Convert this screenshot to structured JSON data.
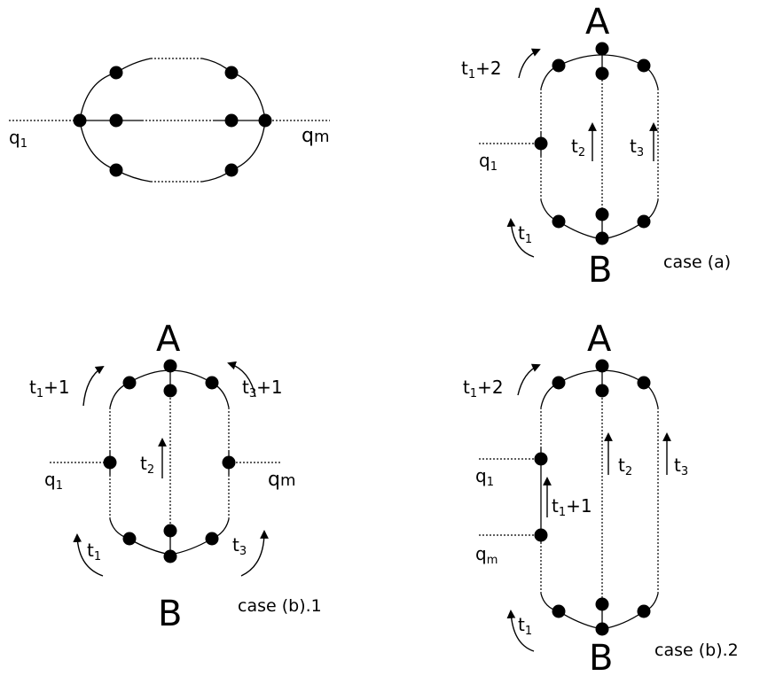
{
  "panel_top_left": {
    "q_left": "q",
    "q_left_sub": "1",
    "q_right": "q",
    "q_right_sub": "m"
  },
  "panel_a": {
    "vertex_top": "A",
    "vertex_bottom": "B",
    "t_top_left": "t",
    "t_top_left_sub": "1",
    "t_top_left_suffix": "+2",
    "t_mid": "t",
    "t_mid_sub": "2",
    "t_right": "t",
    "t_right_sub": "3",
    "q_left": "q",
    "q_left_sub": "1",
    "t_bottom_left": "t",
    "t_bottom_left_sub": "1",
    "caption": "case (a)"
  },
  "panel_b1": {
    "vertex_top": "A",
    "vertex_bottom": "B",
    "t_top_left": "t",
    "t_top_left_sub": "1",
    "t_top_left_suffix": "+1",
    "t_top_right": "t",
    "t_top_right_sub": "3",
    "t_top_right_suffix": "+1",
    "t_mid": "t",
    "t_mid_sub": "2",
    "q_left": "q",
    "q_left_sub": "1",
    "q_right": "q",
    "q_right_sub": "m",
    "t_bottom_left": "t",
    "t_bottom_left_sub": "1",
    "t_bottom_right": "t",
    "t_bottom_right_sub": "3",
    "caption": "case (b).1"
  },
  "panel_b2": {
    "vertex_top": "A",
    "vertex_bottom": "B",
    "t_top_left": "t",
    "t_top_left_sub": "1",
    "t_top_left_suffix": "+2",
    "t_mid": "t",
    "t_mid_sub": "2",
    "t_right": "t",
    "t_right_sub": "3",
    "q_upper": "q",
    "q_upper_sub": "1",
    "t_between": "t",
    "t_between_sub": "1",
    "t_between_suffix": "+1",
    "q_lower": "q",
    "q_lower_sub": "m",
    "t_bottom_left": "t",
    "t_bottom_left_sub": "1",
    "caption": "case (b).2"
  }
}
